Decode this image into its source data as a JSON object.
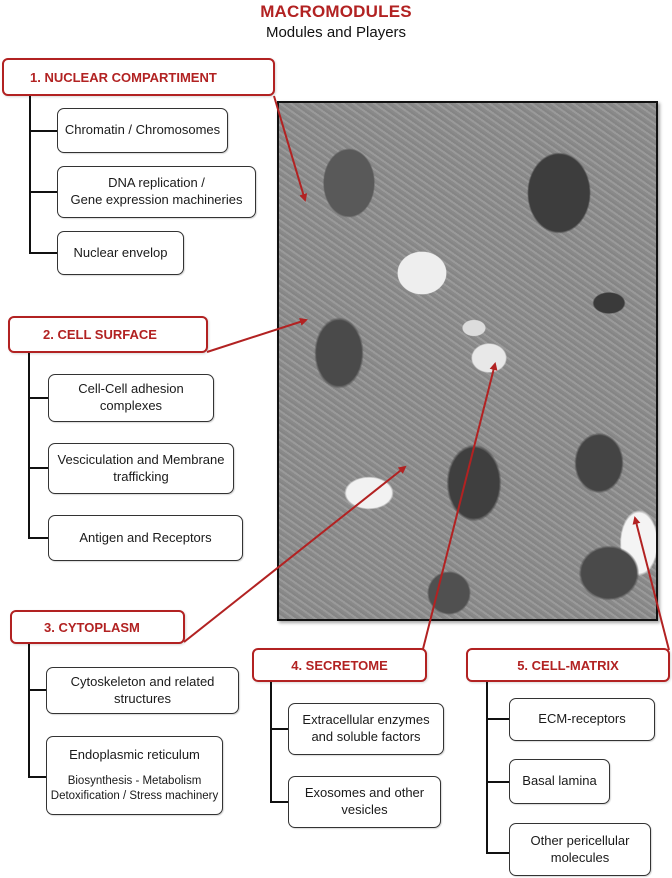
{
  "title": "MACROMODULES",
  "subtitle": "Modules and Players",
  "accent_color": "#b22222",
  "micrograph": {
    "description": "electron-micrograph-of-cells"
  },
  "modules": [
    {
      "header": "1. NUCLEAR COMPARTIMENT",
      "items": [
        {
          "lines": [
            "Chromatin / Chromosomes"
          ]
        },
        {
          "lines": [
            "DNA replication /",
            "Gene expression machineries"
          ]
        },
        {
          "lines": [
            "Nuclear envelop"
          ]
        }
      ]
    },
    {
      "header": "2. CELL SURFACE",
      "items": [
        {
          "lines": [
            "Cell-Cell adhesion",
            "complexes"
          ]
        },
        {
          "lines": [
            "Vesciculation and Membrane",
            "trafficking"
          ]
        },
        {
          "lines": [
            "Antigen and Receptors"
          ]
        }
      ]
    },
    {
      "header": "3. CYTOPLASM",
      "items": [
        {
          "lines": [
            "Cytoskeleton and related",
            "structures"
          ]
        },
        {
          "lines": [
            "Endoplasmic reticulum"
          ],
          "sublines": [
            "Biosynthesis - Metabolism",
            "Detoxification / Stress machinery"
          ]
        }
      ]
    },
    {
      "header": "4. SECRETOME",
      "items": [
        {
          "lines": [
            "Extracellular enzymes",
            "and soluble factors"
          ]
        },
        {
          "lines": [
            "Exosomes and other",
            "vesicles"
          ]
        }
      ]
    },
    {
      "header": "5. CELL-MATRIX",
      "items": [
        {
          "lines": [
            "ECM-receptors"
          ]
        },
        {
          "lines": [
            "Basal lamina"
          ]
        },
        {
          "lines": [
            "Other pericellular",
            "molecules"
          ]
        }
      ]
    }
  ]
}
